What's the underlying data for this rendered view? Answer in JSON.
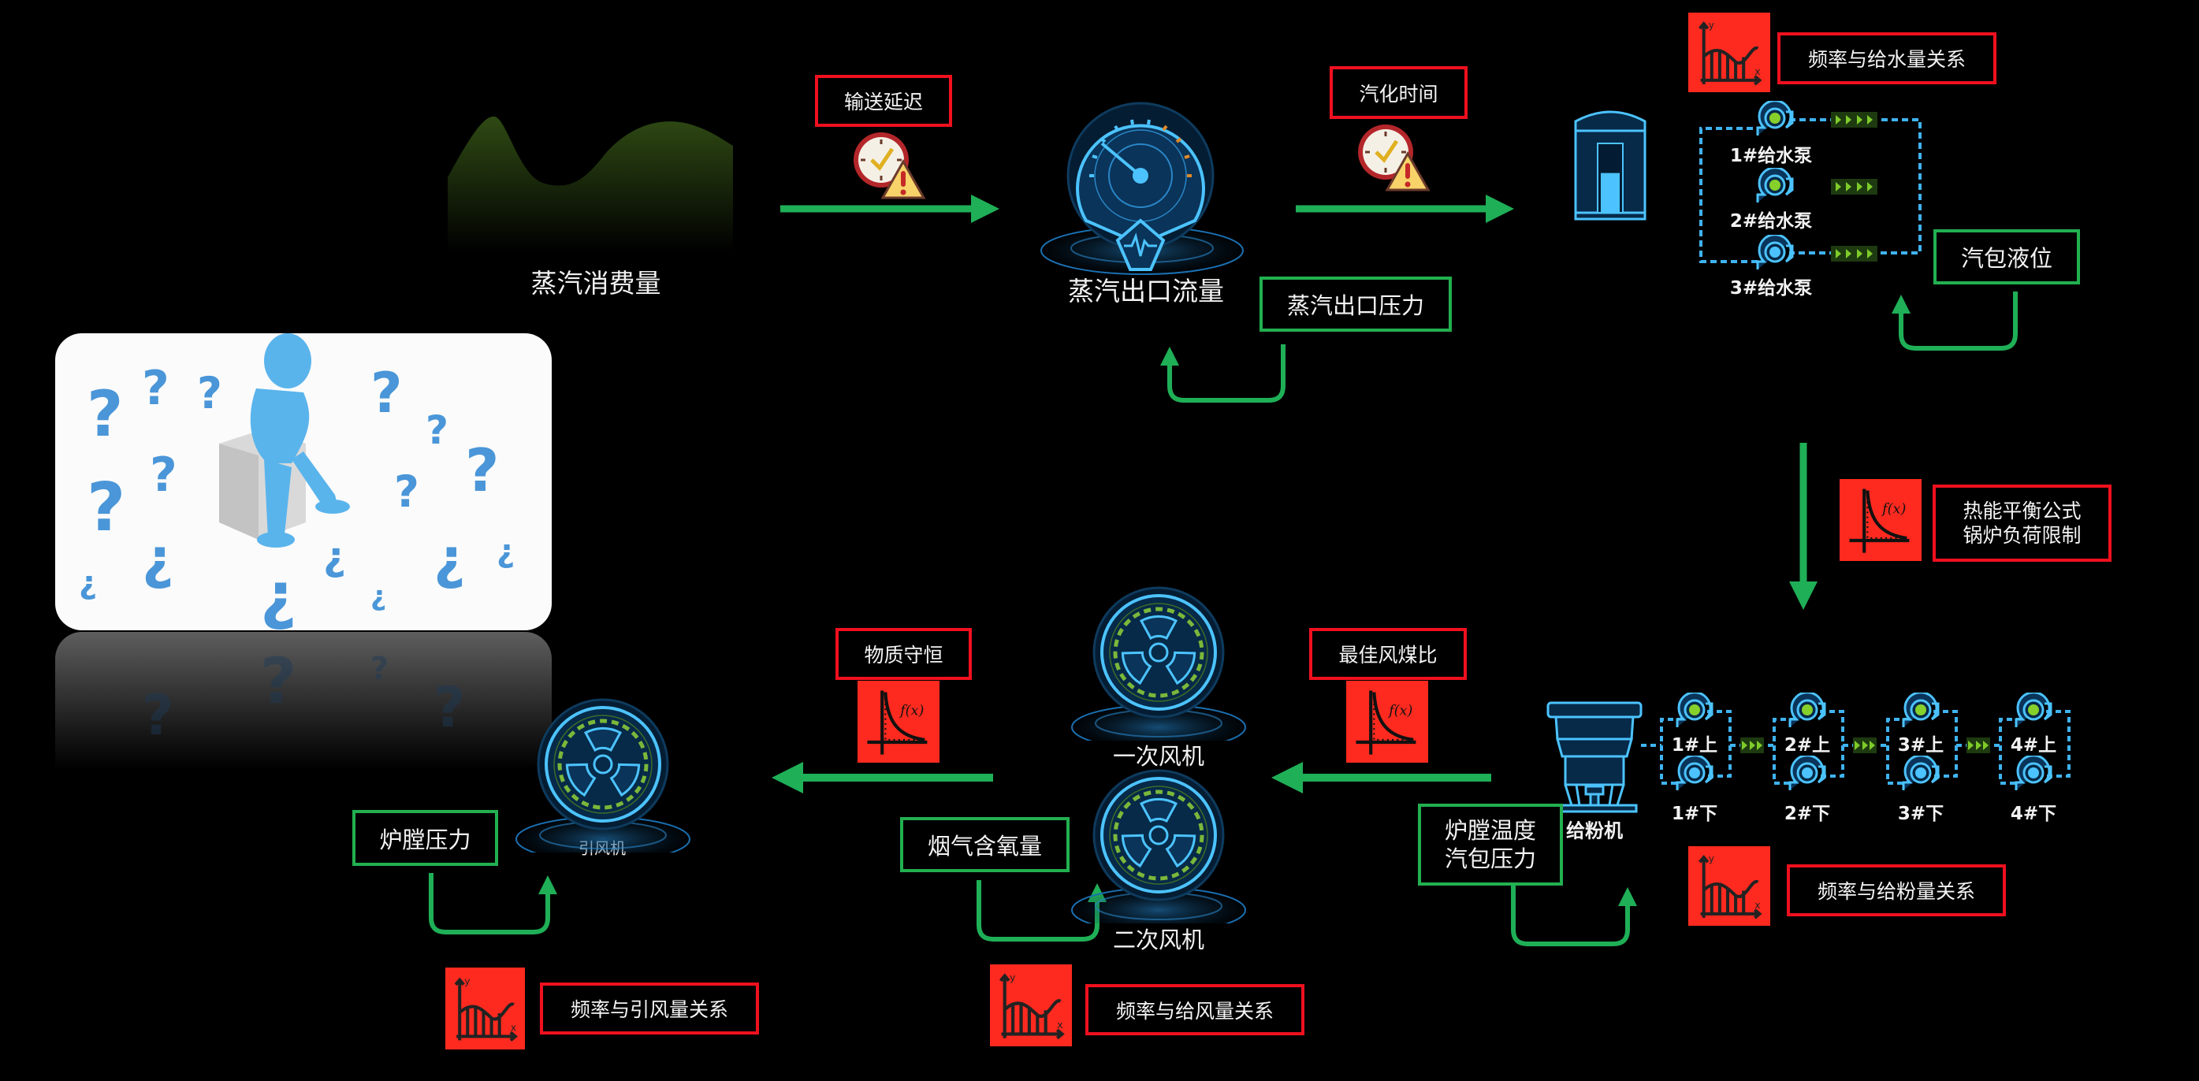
{
  "title": "锅炉燃烧与给水控制逻辑示意",
  "colors": {
    "background": "#000000",
    "flow_arrow": "#1faf57",
    "feedback_box": "#22b050",
    "constraint_box": "#f0101f",
    "icon_tile": "#ff2a1f",
    "equipment_glow": "#3fb3f0",
    "pump_running": "#86d02c",
    "pump_standby": "#4cc3ff",
    "chevron": "#7ecb2a"
  },
  "top_flow": {
    "steam_consumption_label": "蒸汽消费量",
    "transport_delay_label": "输送延迟",
    "steam_outlet_flow_label": "蒸汽出口流量",
    "steam_outlet_pressure_label": "蒸汽出口压力",
    "vaporization_time_label": "汽化时间",
    "drum_level_percent": 60
  },
  "feedwater": {
    "relation_label": "频率与给水量关系",
    "pumps": [
      {
        "label": "1#给水泵",
        "status": "running"
      },
      {
        "label": "2#给水泵",
        "status": "running"
      },
      {
        "label": "3#给水泵",
        "status": "standby"
      }
    ],
    "drum_level_label": "汽包液位"
  },
  "heat_balance": {
    "line1": "热能平衡公式",
    "line2": "锅炉负荷限制",
    "formula_icon": "f(x)"
  },
  "coal_feed": {
    "feeder_label": "给粉机",
    "relation_label": "频率与给粉量关系",
    "upper": [
      "1#上",
      "2#上",
      "3#上",
      "4#上"
    ],
    "lower": [
      "1#下",
      "2#下",
      "3#下",
      "4#下"
    ],
    "feedback_line1": "炉膛温度",
    "feedback_line2": "汽包压力"
  },
  "air_flow": {
    "best_ratio_label": "最佳风煤比",
    "primary_fan_label": "一次风机",
    "secondary_fan_label": "二次风机",
    "flue_oxygen_label": "烟气含氧量",
    "supply_relation_label": "频率与给风量关系",
    "formula_icon": "f(x)"
  },
  "induced_draft": {
    "mass_conservation_label": "物质守恒",
    "fan_label": "引风机",
    "furnace_pressure_label": "炉膛压力",
    "relation_label": "频率与引风量关系",
    "formula_icon": "f(x)"
  }
}
